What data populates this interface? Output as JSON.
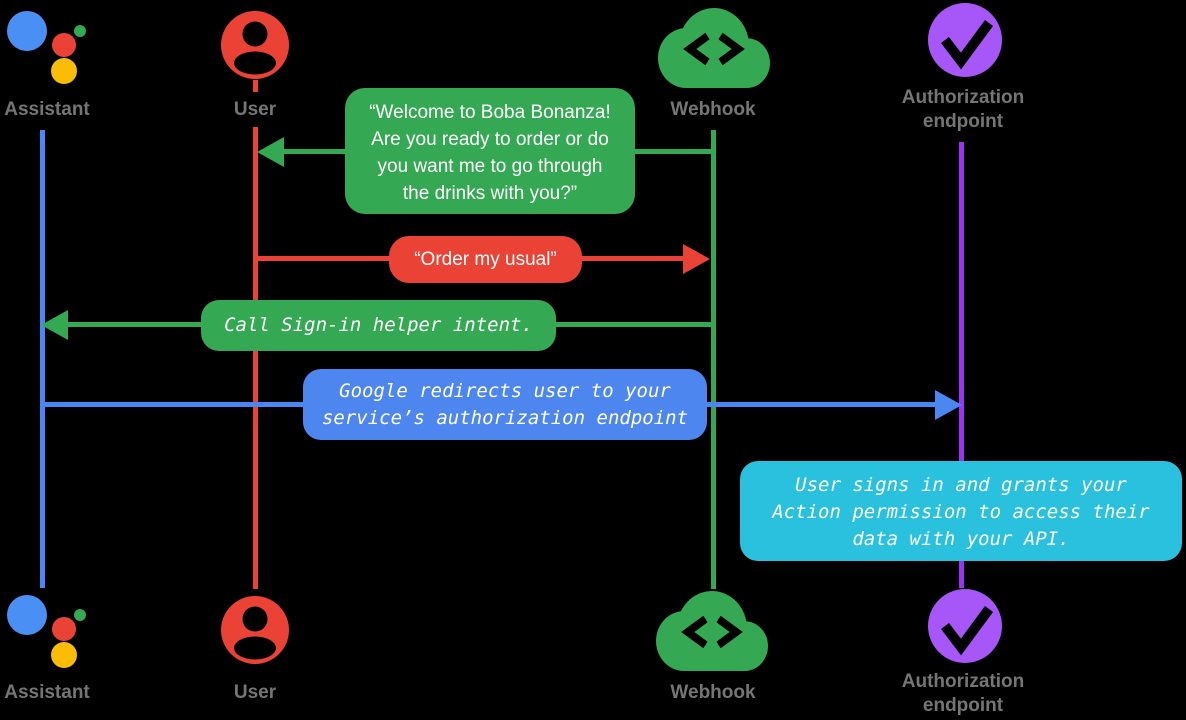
{
  "actors": {
    "assistant": {
      "label": "Assistant"
    },
    "user": {
      "label": "User"
    },
    "webhook": {
      "label": "Webhook"
    },
    "authorization": {
      "label_line1": "Authorization",
      "label_line2": "endpoint"
    }
  },
  "messages": {
    "welcome": {
      "from": "Webhook",
      "to": "User",
      "full_text": "“Welcome to Boba Bonanza! Are you ready to order or do you want me to go through the drinks with you?”",
      "lines": [
        "“Welcome to Boba Bonanza!",
        "Are you ready to order or do",
        "you want me to go through",
        "the drinks with you?”"
      ]
    },
    "order": {
      "from": "User",
      "to": "Webhook",
      "text": "“Order my usual”"
    },
    "signin": {
      "from": "Webhook",
      "to": "Assistant",
      "text": "Call Sign-in helper intent."
    },
    "redirect": {
      "from": "Assistant",
      "to": "Authorization endpoint",
      "full_text": "Google redirects user to your service’s authorization endpoint",
      "lines": [
        "Google redirects user to your",
        "service’s authorization endpoint"
      ]
    },
    "note": {
      "at": "Authorization endpoint",
      "full_text": "User signs in and grants your Action permission to access their data with your API.",
      "lines": [
        "User signs in and grants your",
        "Action permission to access their",
        "data with your API."
      ]
    }
  },
  "colors": {
    "green": "#34a853",
    "red": "#ea4335",
    "blue_line": "#4a87f3",
    "blue_box": "#4d86ee",
    "cyan": "#29c1de",
    "purple_line": "#9c33f0",
    "purple_icon": "#a756f7",
    "yellow": "#fbbc05",
    "assistant_blue": "#4a90f4",
    "label_gray": "#757575",
    "background": "#000000"
  }
}
